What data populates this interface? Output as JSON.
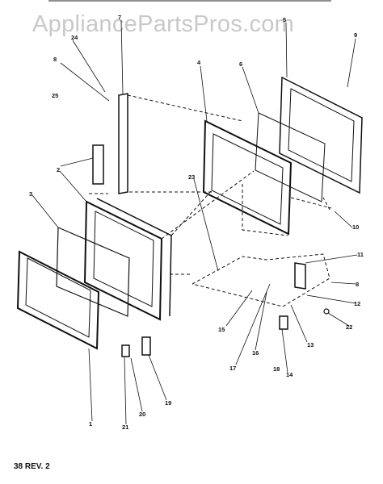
{
  "watermark": "AppliancePartsPros.com",
  "footer": "38 REV. 2",
  "callouts": [
    "1",
    "2",
    "3",
    "4",
    "5",
    "6",
    "7",
    "8",
    "9",
    "10",
    "11",
    "12",
    "13",
    "14",
    "15",
    "16",
    "17",
    "18",
    "19",
    "20",
    "21",
    "22",
    "23",
    "24",
    "25",
    "8"
  ]
}
